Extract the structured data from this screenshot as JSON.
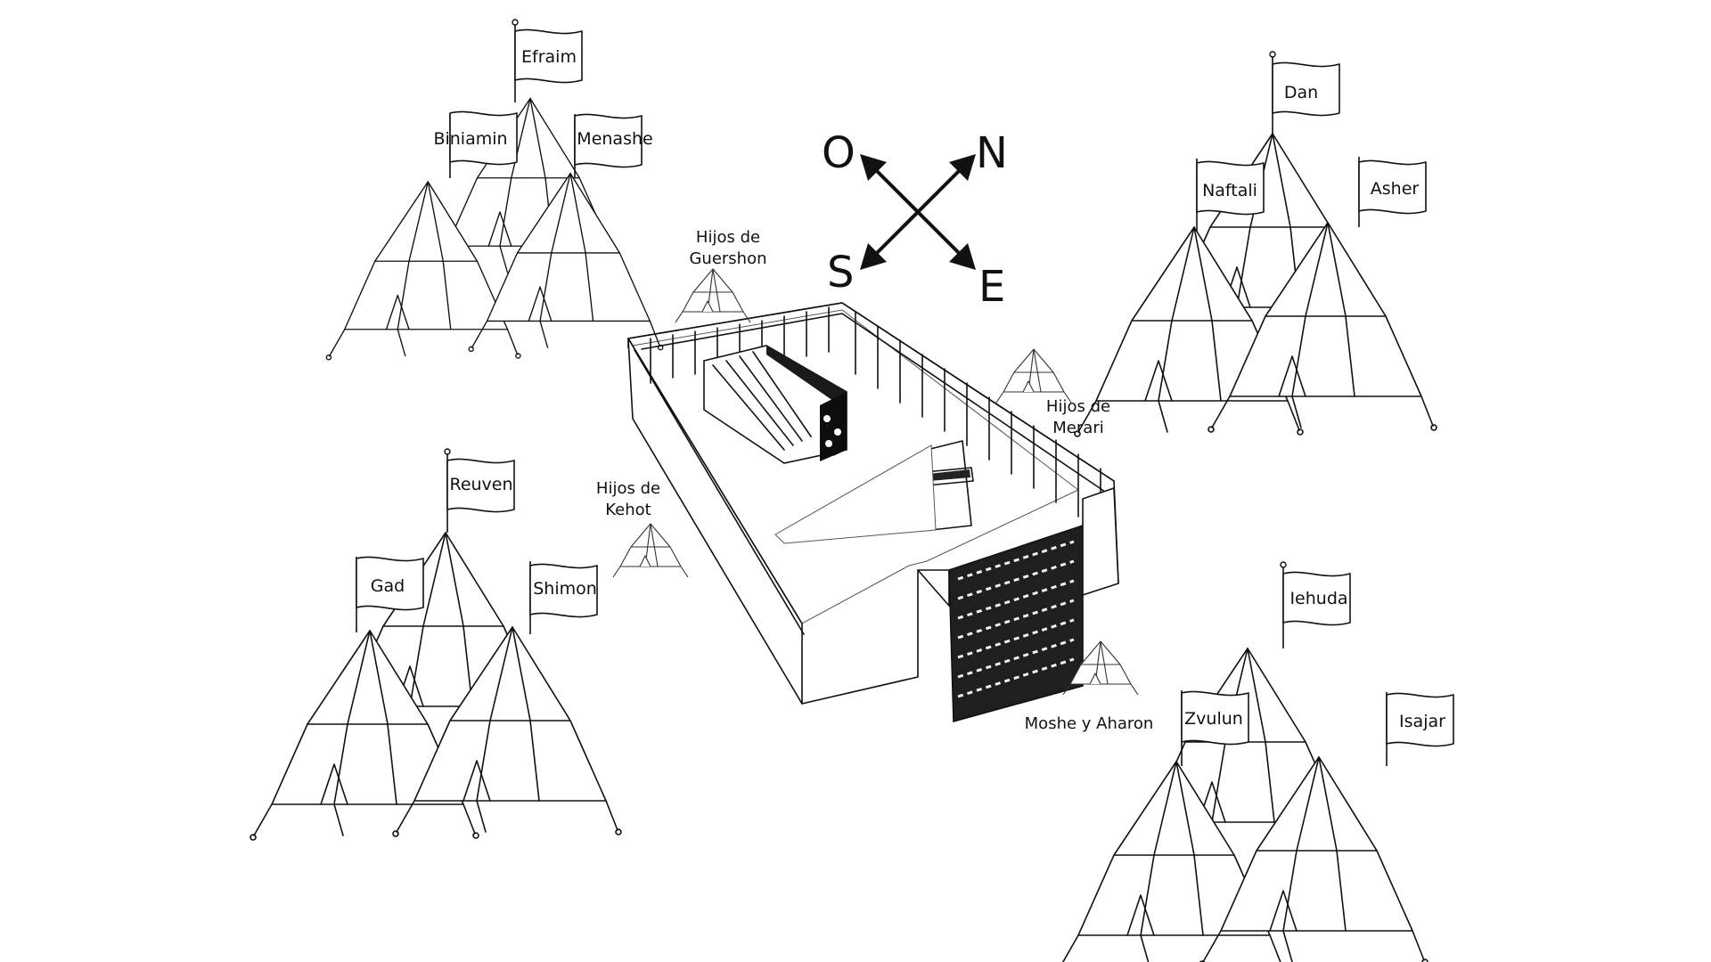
{
  "compass": {
    "north": "N",
    "south": "S",
    "east": "E",
    "west": "O"
  },
  "camps": {
    "northwest": {
      "main": "Efraim",
      "left": "Biniamin",
      "right": "Menashe"
    },
    "northeast": {
      "main": "Dan",
      "left": "Naftali",
      "right": "Asher"
    },
    "southwest": {
      "main": "Reuven",
      "left": "Gad",
      "right": "Shimon"
    },
    "southeast": {
      "main": "Iehuda",
      "left": "Zvulun",
      "right": "Isajar"
    }
  },
  "levites": {
    "guershon": {
      "line1": "Hijos de",
      "line2": "Guershon"
    },
    "merari": {
      "line1": "Hijos de",
      "line2": "Merari"
    },
    "kehot": {
      "line1": "Hijos de",
      "line2": "Kehot"
    },
    "moshe_aharon": "Moshe y Aharon"
  }
}
